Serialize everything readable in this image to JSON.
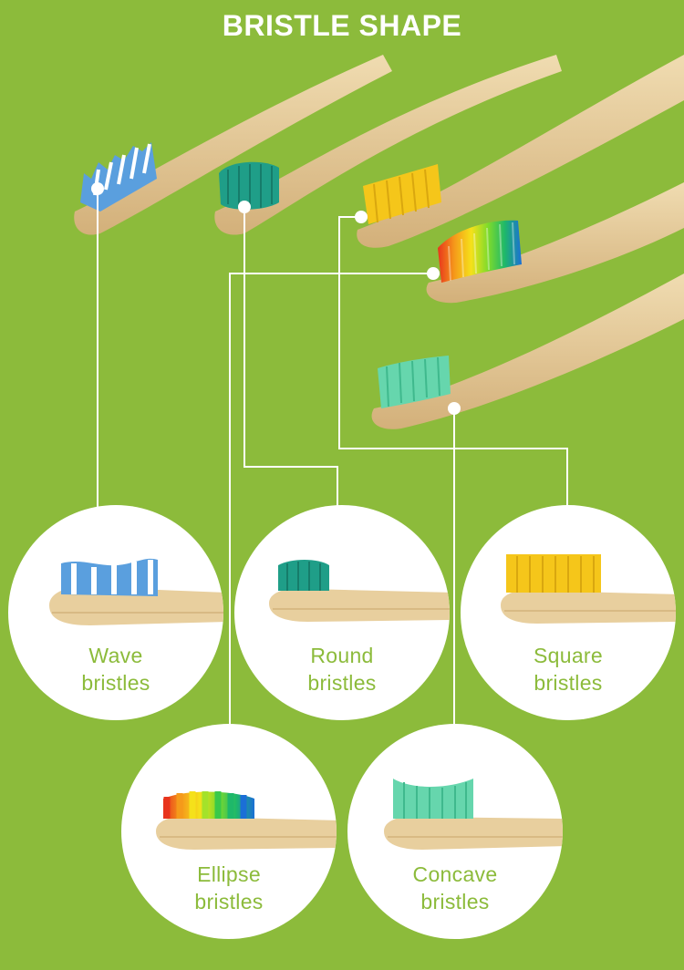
{
  "title": "BRISTLE SHAPE",
  "colors": {
    "background": "#8cbb3b",
    "bamboo": "#e8cf9e",
    "bamboo_dark": "#c9a46a",
    "wave": "#5a9fde",
    "round": "#1f9e88",
    "square": "#f5c61a",
    "concave": "#66d6ad"
  },
  "labels": {
    "wave": {
      "line1": "Wave",
      "line2": "bristles"
    },
    "round": {
      "line1": "Round",
      "line2": "bristles"
    },
    "square": {
      "line1": "Square",
      "line2": "bristles"
    },
    "ellipse": {
      "line1": "Ellipse",
      "line2": "bristles"
    },
    "concave": {
      "line1": "Concave",
      "line2": "bristles"
    }
  }
}
